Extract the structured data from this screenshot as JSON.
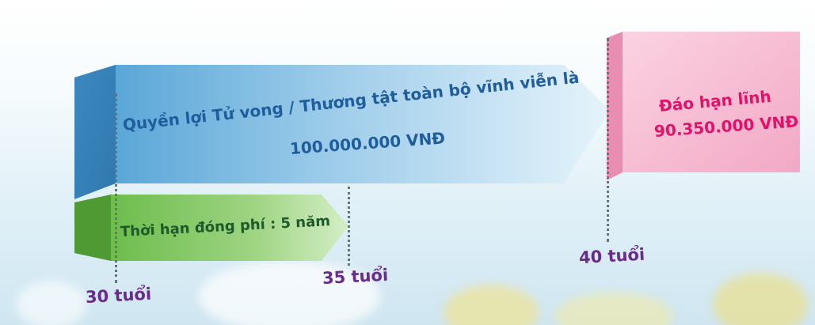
{
  "benefit": {
    "line1": "Quyền lợi Tử vong / Thương tật toàn bộ vĩnh viễn là",
    "line2": "100.000.000 VNĐ"
  },
  "premium_term": "Thời hạn đóng phí : 5 năm",
  "maturity": {
    "line1": "Đáo hạn lĩnh",
    "line2": "90.350.000 VNĐ"
  },
  "ages": [
    "30 tuổi",
    "35 tuổi",
    "40 tuổi"
  ],
  "colors": {
    "benefit_arrow": "#5fa9d8",
    "benefit_text": "#1f5d9c",
    "premium_arrow": "#86c864",
    "premium_text": "#1f5a2a",
    "maturity_box": "#f7b6cf",
    "maturity_text": "#e0126a",
    "age_text": "#6a2b8c"
  }
}
